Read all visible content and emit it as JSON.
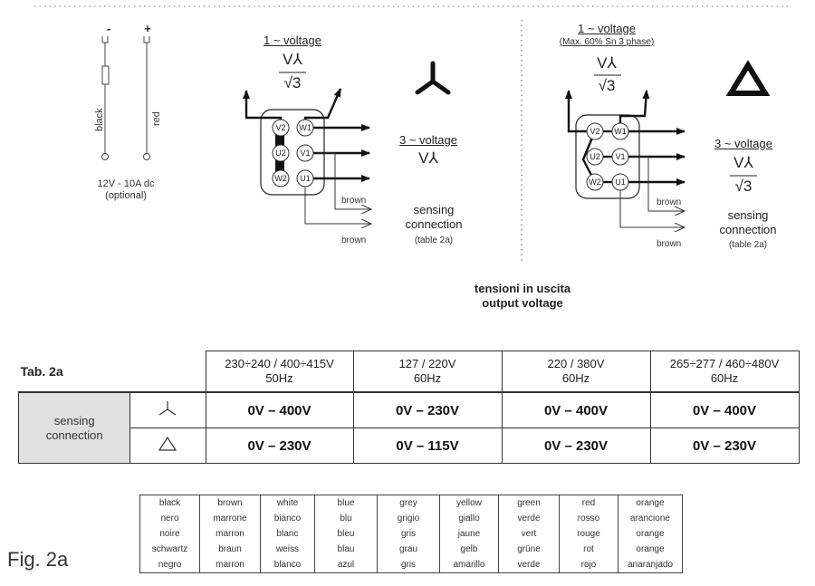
{
  "battery": {
    "minus": "-",
    "plus": "+",
    "black": "black",
    "red": "red",
    "spec": "12V - 10A dc",
    "optional": "(optional)"
  },
  "star": {
    "one_phase": "1 ~ voltage",
    "frac_top": "V⅄",
    "frac_bottom": "√3",
    "three_phase": "3 ~ voltage",
    "three_value": "V⅄",
    "terminals": [
      "V2",
      "W1",
      "U2",
      "V1",
      "W2",
      "U1"
    ],
    "brown_1": "brown",
    "brown_2": "brown",
    "sensing": "sensing",
    "connection": "connection",
    "table_ref": "(table 2a)"
  },
  "delta": {
    "one_phase": "1 ~ voltage",
    "one_note": "(Max. 60% Sn 3 phase)",
    "frac_top": "V⅄",
    "frac_bottom": "√3",
    "three_phase": "3 ~ voltage",
    "three_top": "V⅄",
    "three_bottom": "√3",
    "terminals": [
      "V2",
      "W1",
      "U2",
      "V1",
      "W2",
      "U1"
    ],
    "brown_1": "brown",
    "brown_2": "brown",
    "sensing": "sensing",
    "connection": "connection",
    "table_ref": "(table 2a)"
  },
  "output": {
    "line1": "tensioni in uscita",
    "line2": "output voltage"
  },
  "table": {
    "name": "Tab. 2a",
    "headers": [
      {
        "l1": "230÷240 / 400÷415V",
        "l2": "50Hz"
      },
      {
        "l1": "127 / 220V",
        "l2": "60Hz"
      },
      {
        "l1": "220 / 380V",
        "l2": "60Hz"
      },
      {
        "l1": "265÷277 / 460÷480V",
        "l2": "60Hz"
      }
    ],
    "row_label_1": "sensing",
    "row_label_2": "connection",
    "star_values": [
      "0V – 400V",
      "0V – 230V",
      "0V – 400V",
      "0V – 400V"
    ],
    "delta_values": [
      "0V – 230V",
      "0V – 115V",
      "0V – 230V",
      "0V – 230V"
    ]
  },
  "colors": [
    [
      "black",
      "brown",
      "white",
      "blue",
      "grey",
      "yellow",
      "green",
      "red",
      "orange"
    ],
    [
      "nero",
      "marrone",
      "bianco",
      "blu",
      "grigio",
      "giallo",
      "verde",
      "rosso",
      "arancione"
    ],
    [
      "noire",
      "marron",
      "blanc",
      "bleu",
      "gris",
      "jaune",
      "vert",
      "rouge",
      "orange"
    ],
    [
      "schwartz",
      "braun",
      "weiss",
      "blau",
      "grau",
      "gelb",
      "grüne",
      "rot",
      "orange"
    ],
    [
      "negro",
      "marron",
      "blanco",
      "azul",
      "gris",
      "amarillo",
      "verde",
      "rojo",
      "anaranjado"
    ]
  ],
  "figure": "Fig. 2a"
}
